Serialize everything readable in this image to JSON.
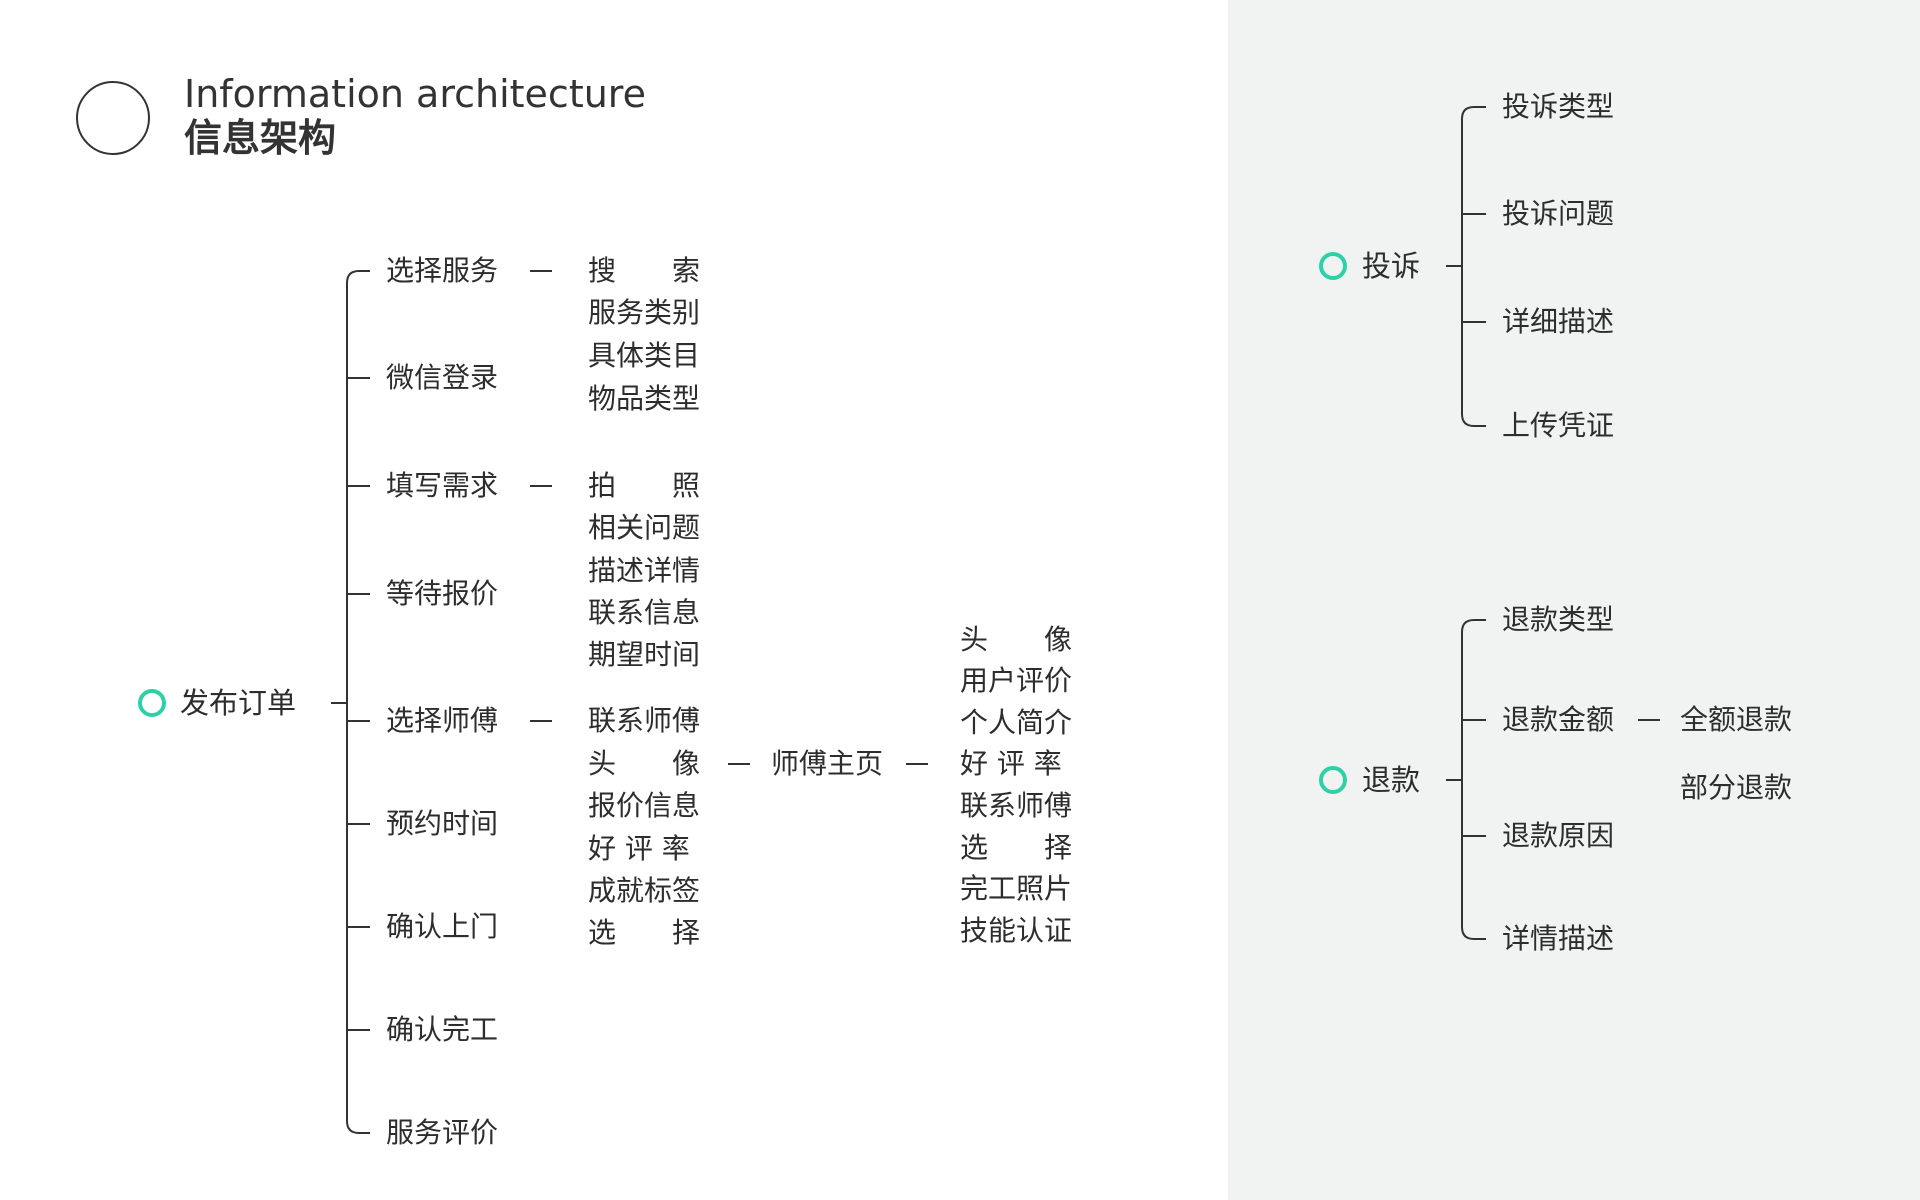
{
  "header": {
    "title_en": "Information architecture",
    "title_zh": "信息架构"
  },
  "colors": {
    "accent": "#2fd0a6",
    "line": "#333333",
    "right_panel_bg": "#f0f3f2",
    "text": "#2d2d2d"
  },
  "order": {
    "root": "发布订单",
    "steps": [
      "选择服务",
      "微信登录",
      "填写需求",
      "等待报价",
      "选择师傅",
      "预约时间",
      "确认上门",
      "确认完工",
      "服务评价"
    ],
    "select_service_items": [
      "搜　　索",
      "服务类别",
      "具体类目",
      "物品类型"
    ],
    "requirement_items": [
      "拍　　照",
      "相关问题",
      "描述详情",
      "联系信息",
      "期望时间"
    ],
    "master_items": [
      "联系师傅",
      "头　　像",
      "报价信息",
      "好 评 率",
      "成就标签",
      "选　　择"
    ],
    "master_home": "师傅主页",
    "master_home_items": [
      "头　　像",
      "用户评价",
      "个人简介",
      "好 评 率",
      "联系师傅",
      "选　　择",
      "完工照片",
      "技能认证"
    ]
  },
  "complaint": {
    "root": "投诉",
    "items": [
      "投诉类型",
      "投诉问题",
      "详细描述",
      "上传凭证"
    ]
  },
  "refund": {
    "root": "退款",
    "items": [
      "退款类型",
      "退款金额",
      "退款原因",
      "详情描述"
    ],
    "amount_items": [
      "全额退款",
      "部分退款"
    ]
  }
}
